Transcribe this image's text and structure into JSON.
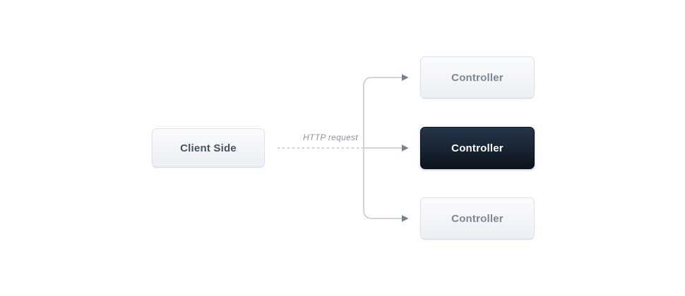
{
  "diagram": {
    "title": "Client to controllers HTTP request routing diagram",
    "client": {
      "label": "Client Side"
    },
    "arrow_label": "HTTP request",
    "controllers": [
      {
        "label": "Controller",
        "variant": "light"
      },
      {
        "label": "Controller",
        "variant": "dark"
      },
      {
        "label": "Controller",
        "variant": "light"
      }
    ],
    "colors": {
      "canvas_bg": "#ffffff",
      "connector_line": "#c3cad2",
      "dashed_line": "#ccd2d9",
      "arrowhead": "#76818d",
      "light_box_bg_top": "#fafbfd",
      "light_box_bg_bottom": "#eceff4",
      "light_box_border": "#dce3ea",
      "light_box_text": "#7b8794",
      "dark_box_bg_top": "#253649",
      "dark_box_bg_bottom": "#0b131d",
      "dark_box_text": "#ffffff",
      "client_text": "#47525e",
      "label_text": "#8d96a2"
    }
  }
}
